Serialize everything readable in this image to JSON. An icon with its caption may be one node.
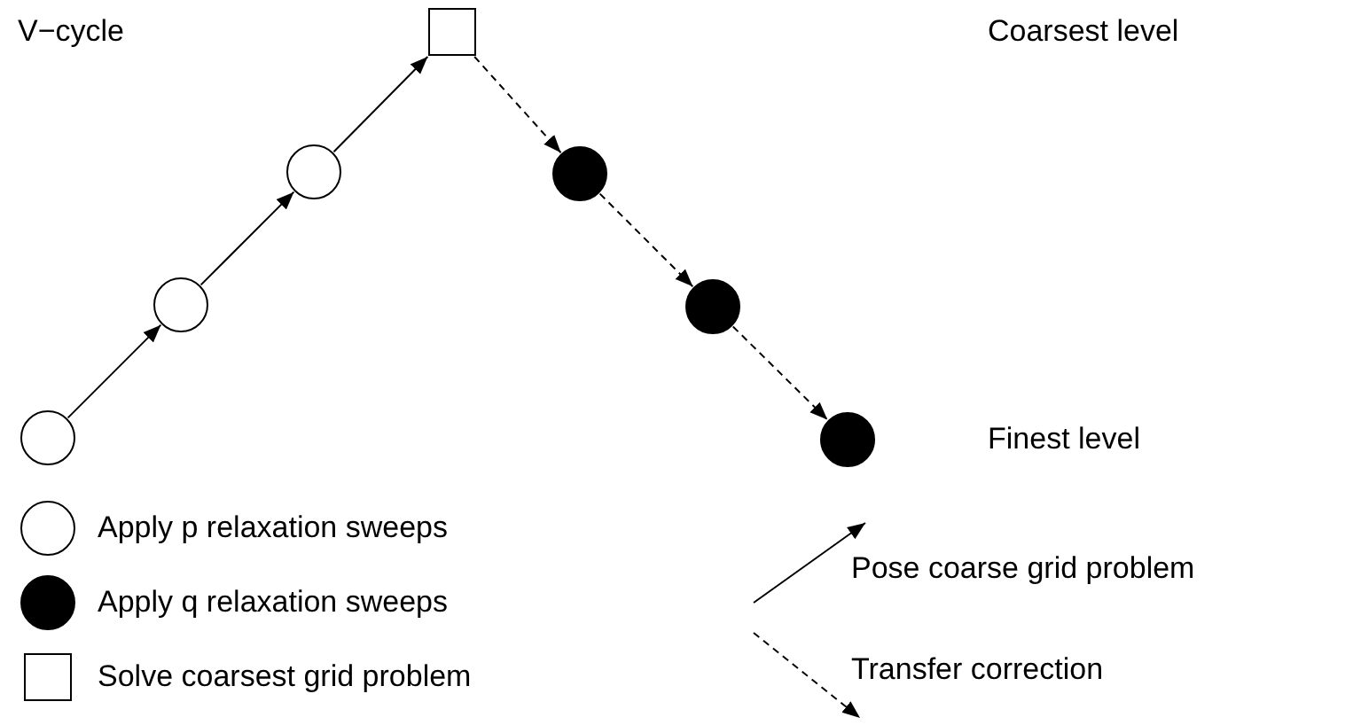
{
  "diagram": {
    "title": "V−cycle",
    "nodes": [
      {
        "text": [],
        "shape": "circle"
      },
      {
        "text": [],
        "shape": "circle"
      },
      {
        "text": [],
        "shape": "circle"
      },
      {
        "text": [],
        "shape": "box"
      },
      {
        "text": [],
        "shape": "disc"
      },
      {
        "text": [],
        "shape": "disc"
      },
      {
        "text": [],
        "shape": "disc"
      }
    ],
    "edges": [
      {
        "from": 0,
        "to": 1,
        "arrow": "to"
      },
      {
        "from": 1,
        "to": 2,
        "arrow": "to"
      },
      {
        "from": 2,
        "to": 3,
        "arrow": "to"
      },
      {
        "from": 3,
        "to": 4,
        "arrow": "to",
        "style": "dashed"
      },
      {
        "from": 4,
        "to": 5,
        "arrow": "to",
        "style": "dashed"
      },
      {
        "from": 5,
        "to": 6,
        "arrow": "to",
        "style": "dashed"
      }
    ],
    "labels": [
      "Coarsest level",
      "Finest level"
    ],
    "legend": [
      {
        "text": "Apply p relaxation sweeps"
      },
      {
        "text": "Apply q relaxation sweeps"
      },
      {
        "text": "Solve coarsest grid problem"
      },
      {
        "text": "Pose coarse grid problem"
      },
      {
        "text": "Transfer correction"
      }
    ]
  }
}
